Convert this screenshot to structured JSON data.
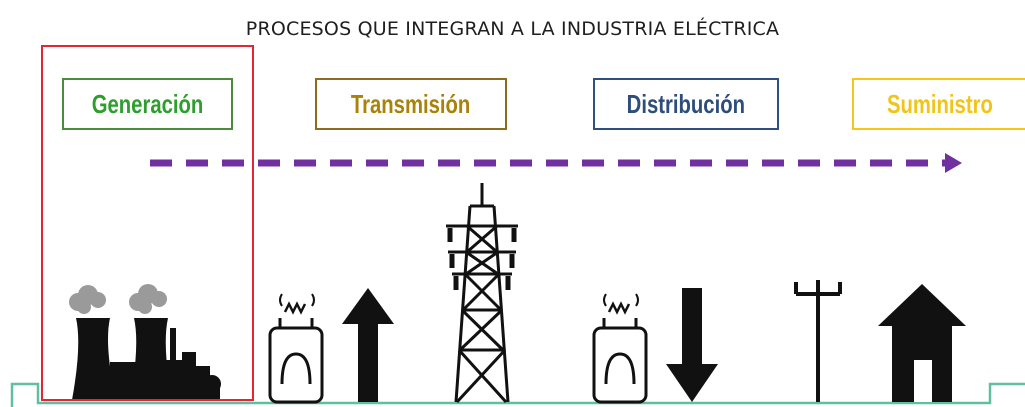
{
  "title": "PROCESOS QUE INTEGRAN A LA INDUSTRIA ELÉCTRICA",
  "stages": [
    {
      "label": "Generación",
      "color": "#2e9e2e",
      "border": "#4e8a3e"
    },
    {
      "label": "Transmisión",
      "color": "#a9820a",
      "border": "#8c6d1f"
    },
    {
      "label": "Distribución",
      "color": "#2e4d7a",
      "border": "#2f4f7f"
    },
    {
      "label": "Suministro",
      "color": "#f0c419",
      "border": "#f5c518"
    }
  ],
  "colors": {
    "arrow": "#7030a0",
    "highlight": "#e32636",
    "ground": "#5fbfa0",
    "icon": "#111111",
    "smoke": "#9a9a9a"
  },
  "icons": [
    "power-plant-icon",
    "transformer-icon",
    "up-arrow-icon",
    "transmission-tower-icon",
    "transformer-icon",
    "down-arrow-icon",
    "utility-pole-icon",
    "house-icon"
  ]
}
